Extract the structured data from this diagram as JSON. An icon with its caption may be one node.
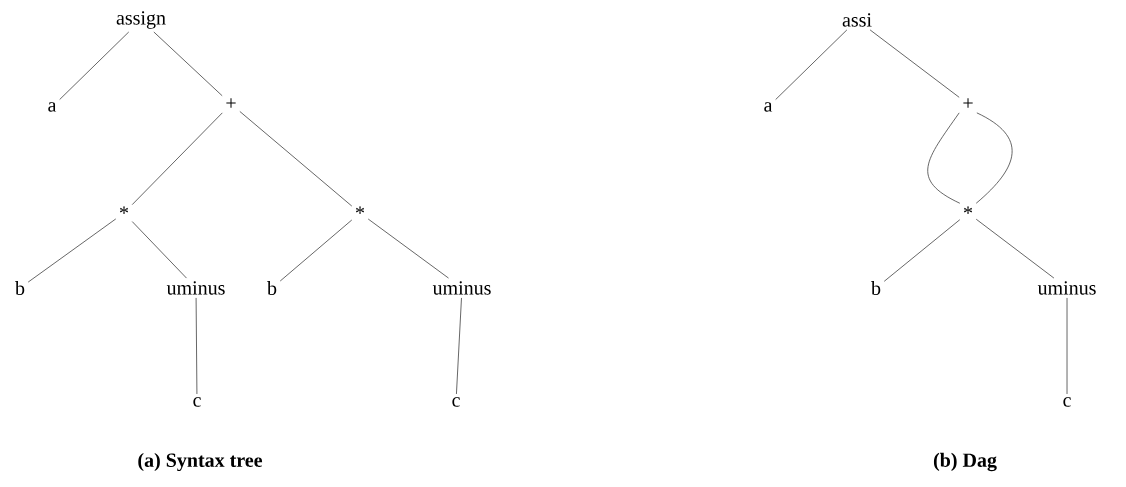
{
  "diagram": {
    "nodes": [
      {
        "text": [
          "assign"
        ]
      },
      {
        "text": [
          "a"
        ]
      },
      {
        "text": [
          "+"
        ]
      },
      {
        "text": [
          "*"
        ]
      },
      {
        "text": [
          "*"
        ]
      },
      {
        "text": [
          "b"
        ]
      },
      {
        "text": [
          "uminus"
        ]
      },
      {
        "text": [
          "b"
        ]
      },
      {
        "text": [
          "uminus"
        ]
      },
      {
        "text": [
          "c"
        ]
      },
      {
        "text": [
          "c"
        ]
      },
      {
        "text": [
          "assi"
        ]
      },
      {
        "text": [
          "a"
        ]
      },
      {
        "text": [
          "+"
        ]
      },
      {
        "text": [
          "*"
        ]
      },
      {
        "text": [
          "b"
        ]
      },
      {
        "text": [
          "uminus"
        ]
      },
      {
        "text": [
          "c"
        ]
      }
    ],
    "edges": [
      {
        "from": 0,
        "to": 1,
        "arrow": "none"
      },
      {
        "from": 0,
        "to": 2,
        "arrow": "none"
      },
      {
        "from": 2,
        "to": 3,
        "arrow": "none"
      },
      {
        "from": 2,
        "to": 4,
        "arrow": "none"
      },
      {
        "from": 3,
        "to": 5,
        "arrow": "none"
      },
      {
        "from": 3,
        "to": 6,
        "arrow": "none"
      },
      {
        "from": 4,
        "to": 7,
        "arrow": "none"
      },
      {
        "from": 4,
        "to": 8,
        "arrow": "none"
      },
      {
        "from": 6,
        "to": 9,
        "arrow": "none"
      },
      {
        "from": 8,
        "to": 10,
        "arrow": "none"
      },
      {
        "from": 11,
        "to": 12,
        "arrow": "none"
      },
      {
        "from": 11,
        "to": 13,
        "arrow": "none"
      },
      {
        "from": 13,
        "to": 14,
        "arrow": "none"
      },
      {
        "from": 13,
        "to": 14,
        "arrow": "none"
      },
      {
        "from": 14,
        "to": 15,
        "arrow": "none"
      },
      {
        "from": 14,
        "to": 16,
        "arrow": "none"
      },
      {
        "from": 16,
        "to": 17,
        "arrow": "none"
      }
    ],
    "labels": [
      "(a)  Syntax tree",
      "(b)  Dag"
    ]
  }
}
